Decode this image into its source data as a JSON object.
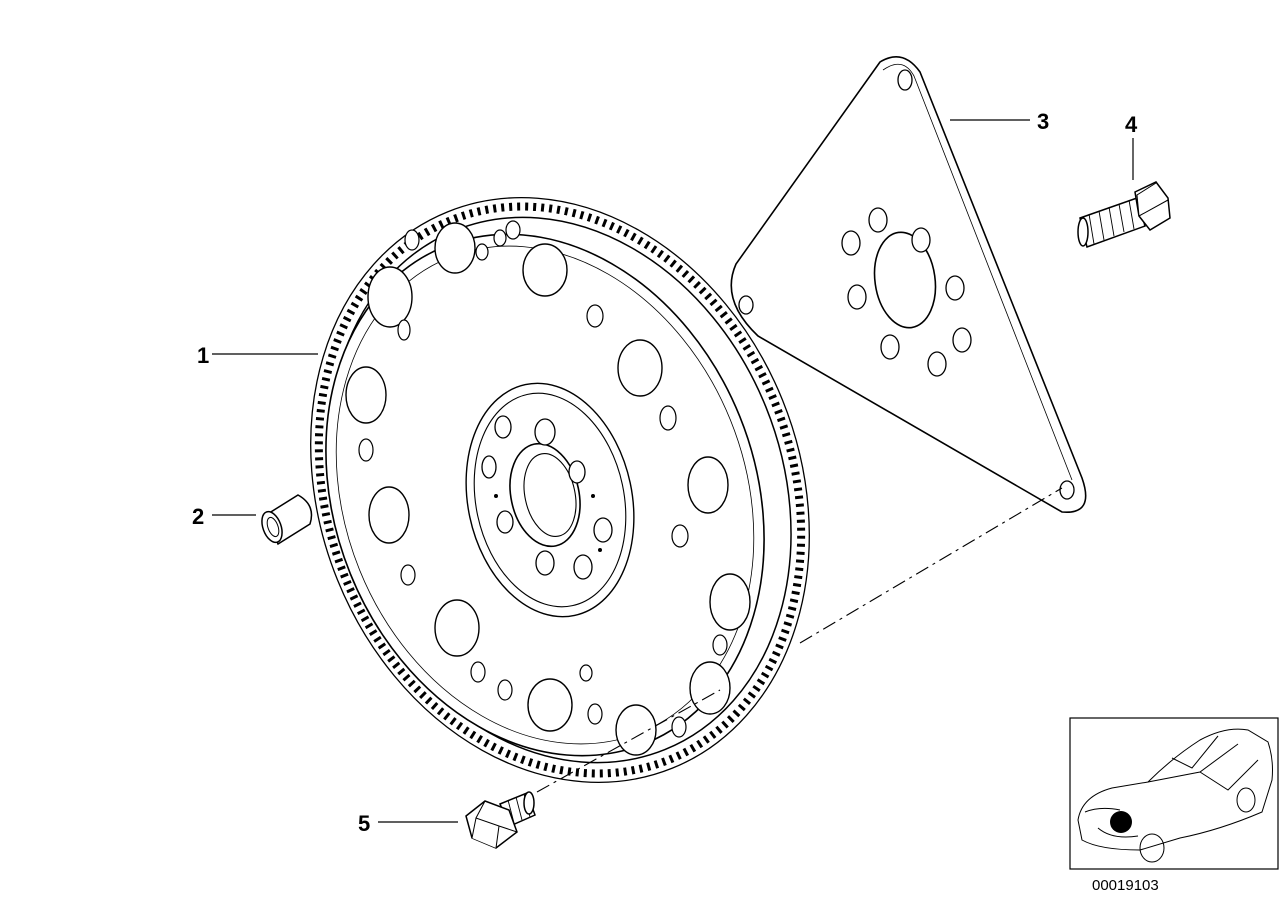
{
  "diagram": {
    "background_color": "#ffffff",
    "line_color": "#000000",
    "callouts": {
      "flywheel": "1",
      "sleeve": "2",
      "drive_plate": "3",
      "plate_bolt": "4",
      "flywheel_bolt": "5"
    },
    "reference_number": "00019103",
    "inset": {
      "marker_color": "#000000"
    }
  }
}
